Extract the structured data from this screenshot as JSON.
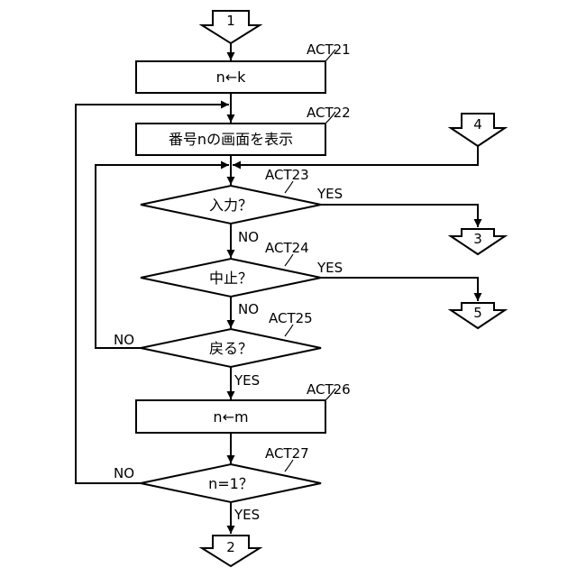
{
  "connectors": {
    "c1": "1",
    "c2": "2",
    "c3": "3",
    "c4": "4",
    "c5": "5"
  },
  "steps": {
    "act21": {
      "label": "ACT21",
      "text": "n←k"
    },
    "act22": {
      "label": "ACT22",
      "text": "番号nの画面を表示"
    },
    "act23": {
      "label": "ACT23",
      "text": "入力？"
    },
    "act24": {
      "label": "ACT24",
      "text": "中止？"
    },
    "act25": {
      "label": "ACT25",
      "text": "戻る？"
    },
    "act26": {
      "label": "ACT26",
      "text": "n←m"
    },
    "act27": {
      "label": "ACT27",
      "text": "n=1？"
    }
  },
  "branches": {
    "act23_yes": "YES",
    "act23_no": "NO",
    "act24_yes": "YES",
    "act24_no": "NO",
    "act25_no": "NO",
    "act25_yes": "YES",
    "act27_no": "NO",
    "act27_yes": "YES"
  }
}
